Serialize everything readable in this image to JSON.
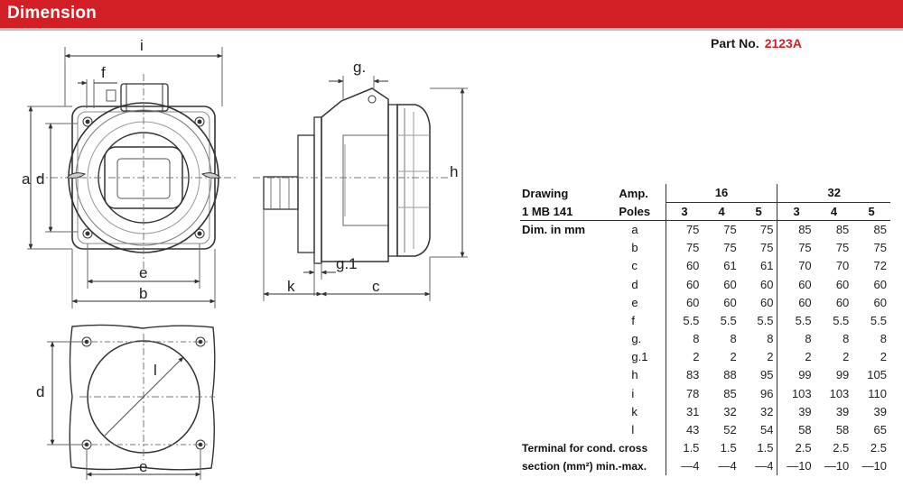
{
  "header": {
    "title": "Dimension"
  },
  "part": {
    "label": "Part No.",
    "value": "2123A"
  },
  "drawing_labels": {
    "front_i": "i",
    "front_f": "f",
    "front_a": "a",
    "front_d": "d",
    "front_e": "e",
    "front_b": "b",
    "side_g": "g.",
    "side_h": "h",
    "side_g1": "g.1",
    "side_k": "k",
    "side_c": "c",
    "cut_d": "d",
    "cut_e": "e",
    "cut_l": "l"
  },
  "table": {
    "col1_header": "Drawing",
    "col1_sub": "1 MB 141",
    "amp_label": "Amp.",
    "poles_label": "Poles",
    "amp_groups": [
      "16",
      "32"
    ],
    "poles": [
      "3",
      "4",
      "5",
      "3",
      "4",
      "5"
    ],
    "dim_label": "Dim. in mm",
    "rows": [
      {
        "sym": "a",
        "vals": [
          "75",
          "75",
          "75",
          "85",
          "85",
          "85"
        ]
      },
      {
        "sym": "b",
        "vals": [
          "75",
          "75",
          "75",
          "75",
          "75",
          "75"
        ]
      },
      {
        "sym": "c",
        "vals": [
          "60",
          "61",
          "61",
          "70",
          "70",
          "72"
        ]
      },
      {
        "sym": "d",
        "vals": [
          "60",
          "60",
          "60",
          "60",
          "60",
          "60"
        ]
      },
      {
        "sym": "e",
        "vals": [
          "60",
          "60",
          "60",
          "60",
          "60",
          "60"
        ]
      },
      {
        "sym": "f",
        "vals": [
          "5.5",
          "5.5",
          "5.5",
          "5.5",
          "5.5",
          "5.5"
        ]
      },
      {
        "sym": "g.",
        "vals": [
          "8",
          "8",
          "8",
          "8",
          "8",
          "8"
        ]
      },
      {
        "sym": "g.1",
        "vals": [
          "2",
          "2",
          "2",
          "2",
          "2",
          "2"
        ]
      },
      {
        "sym": "h",
        "vals": [
          "83",
          "88",
          "95",
          "99",
          "99",
          "105"
        ]
      },
      {
        "sym": "i",
        "vals": [
          "78",
          "85",
          "96",
          "103",
          "103",
          "110"
        ]
      },
      {
        "sym": "k",
        "vals": [
          "31",
          "32",
          "32",
          "39",
          "39",
          "39"
        ]
      },
      {
        "sym": "l",
        "vals": [
          "43",
          "52",
          "54",
          "58",
          "58",
          "65"
        ]
      }
    ],
    "terminal_label_1": "Terminal for cond. cross",
    "terminal_label_2": "section (mm²) min.-max.",
    "terminal_min": [
      "1.5",
      "1.5",
      "1.5",
      "2.5",
      "2.5",
      "2.5"
    ],
    "terminal_max": [
      "—4",
      "—4",
      "—4",
      "—10",
      "—10",
      "—10"
    ]
  }
}
